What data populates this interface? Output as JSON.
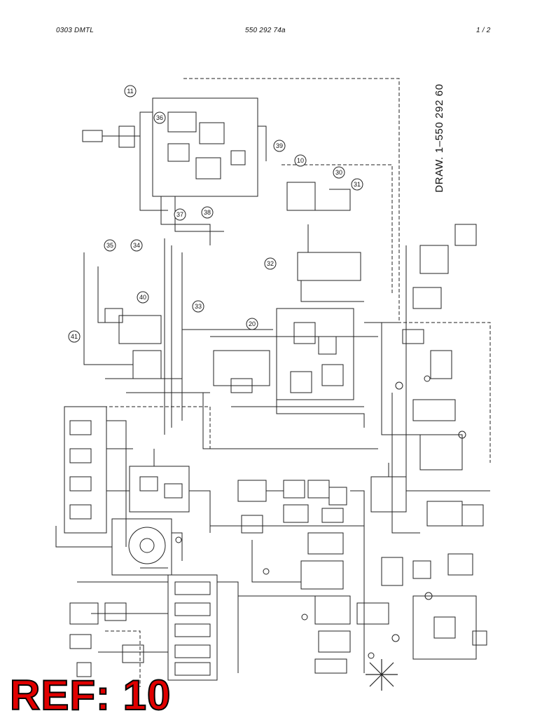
{
  "header": {
    "left": "0303 DMTL",
    "center": "550 292 74a",
    "right": "1 /  2"
  },
  "drawing": {
    "number": "DRAW. 1–550 292 60",
    "callouts": [
      "11",
      "36",
      "39",
      "10",
      "30",
      "31",
      "37",
      "38",
      "35",
      "34",
      "32",
      "40",
      "33",
      "20",
      "41"
    ]
  },
  "ref": {
    "label": "REF: 10",
    "color": "#e00000"
  }
}
